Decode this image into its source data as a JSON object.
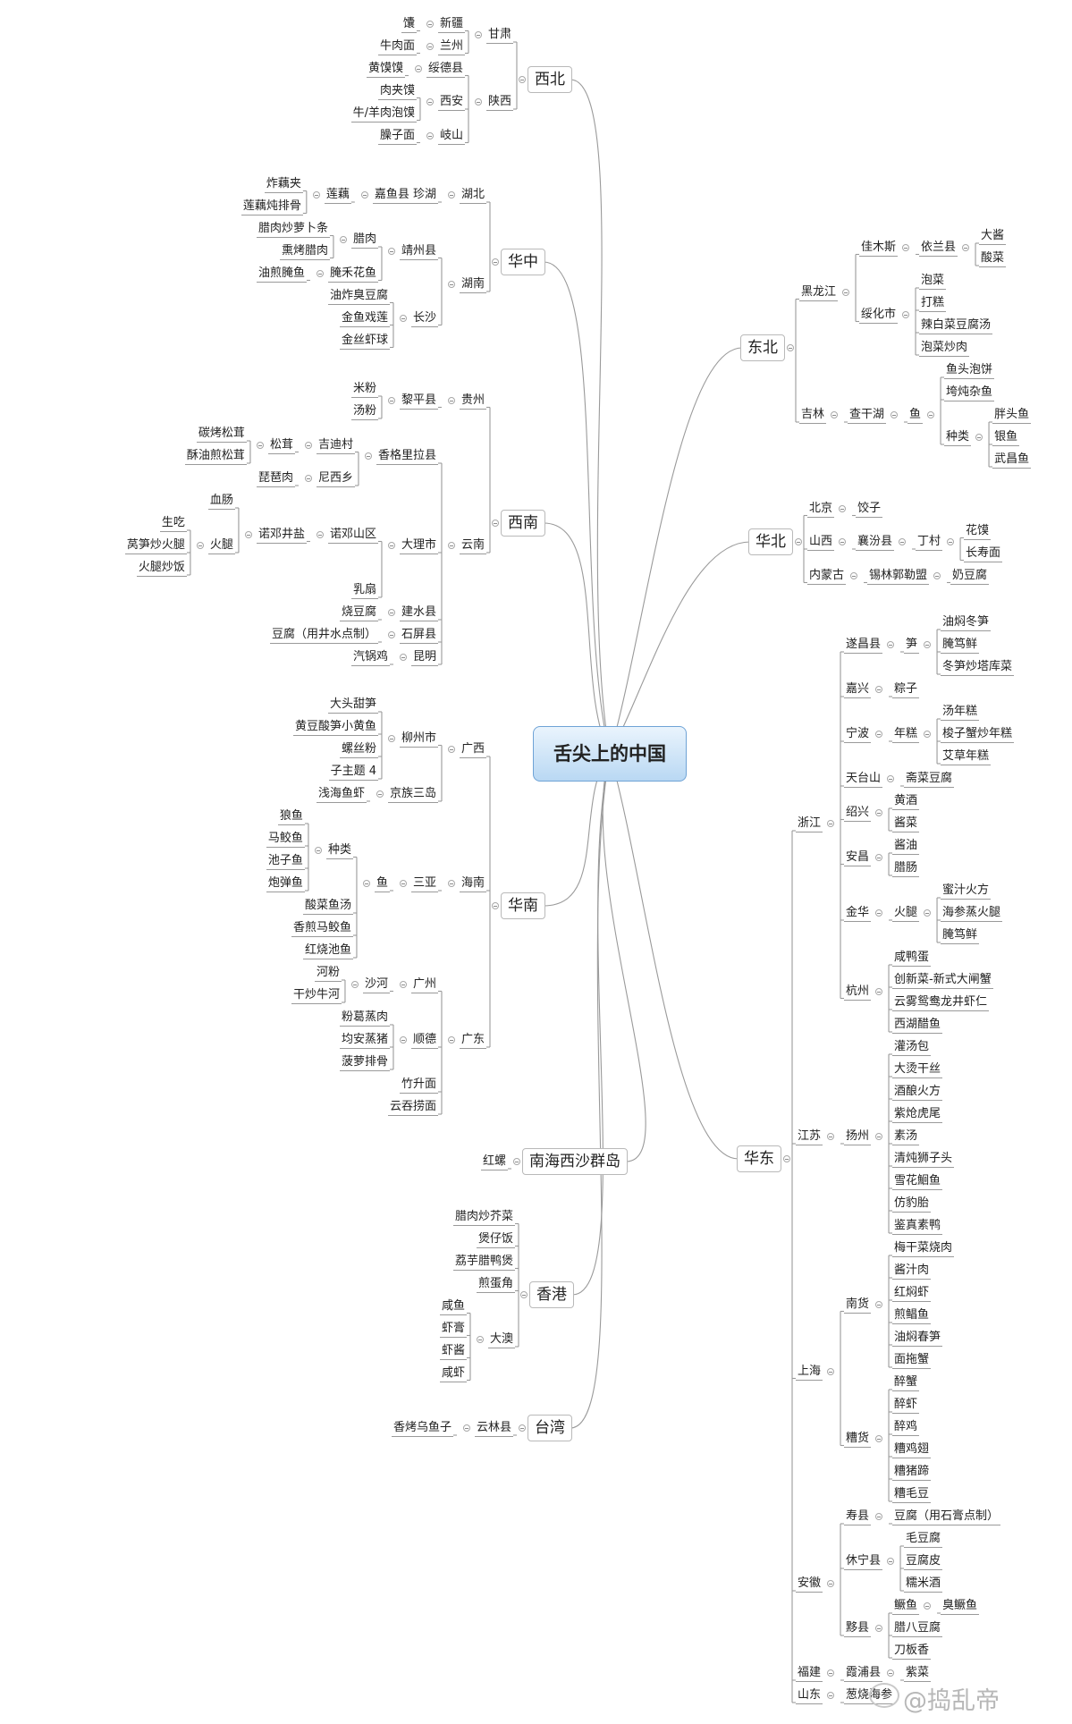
{
  "root": "舌尖上的中国",
  "left": [
    {
      "name": "西北",
      "children": [
        {
          "name": "甘肃",
          "children": [
            {
              "name": "新疆",
              "children": [
                {
                  "name": "馕"
                }
              ]
            },
            {
              "name": "兰州",
              "children": [
                {
                  "name": "牛肉面"
                }
              ]
            }
          ]
        },
        {
          "name": "陕西",
          "children": [
            {
              "name": "绥德县",
              "children": [
                {
                  "name": "黄馍馍"
                }
              ]
            },
            {
              "name": "西安",
              "children": [
                {
                  "name": "肉夹馍"
                },
                {
                  "name": "牛/羊肉泡馍"
                }
              ]
            },
            {
              "name": "岐山",
              "children": [
                {
                  "name": "臊子面"
                }
              ]
            }
          ]
        }
      ]
    },
    {
      "name": "华中",
      "children": [
        {
          "name": "湖北",
          "children": [
            {
              "name": "嘉鱼县 珍湖",
              "children": [
                {
                  "name": "莲藕",
                  "children": [
                    {
                      "name": "炸藕夹"
                    },
                    {
                      "name": "莲藕炖排骨"
                    }
                  ]
                }
              ]
            }
          ]
        },
        {
          "name": "湖南",
          "children": [
            {
              "name": "靖州县",
              "children": [
                {
                  "name": "腊肉",
                  "children": [
                    {
                      "name": "腊肉炒萝卜条"
                    },
                    {
                      "name": "熏烤腊肉"
                    }
                  ]
                },
                {
                  "name": "腌禾花鱼",
                  "children": [
                    {
                      "name": "油煎腌鱼"
                    }
                  ]
                }
              ]
            },
            {
              "name": "长沙",
              "children": [
                {
                  "name": "油炸臭豆腐"
                },
                {
                  "name": "金鱼戏莲"
                },
                {
                  "name": "金丝虾球"
                }
              ]
            }
          ]
        }
      ]
    },
    {
      "name": "西南",
      "children": [
        {
          "name": "贵州",
          "children": [
            {
              "name": "黎平县",
              "children": [
                {
                  "name": "米粉"
                },
                {
                  "name": "汤粉"
                }
              ]
            }
          ]
        },
        {
          "name": "云南",
          "children": [
            {
              "name": "香格里拉县",
              "children": [
                {
                  "name": "吉迪村",
                  "children": [
                    {
                      "name": "松茸",
                      "children": [
                        {
                          "name": "碳烤松茸"
                        },
                        {
                          "name": "酥油煎松茸"
                        }
                      ]
                    }
                  ]
                },
                {
                  "name": "尼西乡",
                  "children": [
                    {
                      "name": "琵琶肉"
                    }
                  ]
                }
              ]
            },
            {
              "name": "大理市",
              "children": [
                {
                  "name": "诺邓山区",
                  "children": [
                    {
                      "name": "诺邓井盐",
                      "children": [
                        {
                          "name": "血肠"
                        },
                        {
                          "name": "火腿",
                          "children": [
                            {
                              "name": "生吃"
                            },
                            {
                              "name": "莴笋炒火腿"
                            },
                            {
                              "name": "火腿炒饭"
                            }
                          ]
                        }
                      ]
                    }
                  ]
                },
                {
                  "name": "乳扇"
                }
              ]
            },
            {
              "name": "建水县",
              "children": [
                {
                  "name": "烧豆腐"
                }
              ]
            },
            {
              "name": "石屏县",
              "children": [
                {
                  "name": "豆腐（用井水点制）"
                }
              ]
            },
            {
              "name": "昆明",
              "children": [
                {
                  "name": "汽锅鸡"
                }
              ]
            }
          ]
        }
      ]
    },
    {
      "name": "华南",
      "children": [
        {
          "name": "广西",
          "children": [
            {
              "name": "柳州市",
              "children": [
                {
                  "name": "大头甜笋"
                },
                {
                  "name": "黄豆酸笋小黄鱼"
                },
                {
                  "name": "螺丝粉"
                },
                {
                  "name": "子主题 4"
                }
              ]
            },
            {
              "name": "京族三岛",
              "children": [
                {
                  "name": "浅海鱼虾"
                }
              ]
            }
          ]
        },
        {
          "name": "海南",
          "children": [
            {
              "name": "三亚",
              "children": [
                {
                  "name": "鱼",
                  "children": [
                    {
                      "name": "种类",
                      "children": [
                        {
                          "name": "狼鱼"
                        },
                        {
                          "name": "马鲛鱼"
                        },
                        {
                          "name": "池子鱼"
                        },
                        {
                          "name": "炮弹鱼"
                        }
                      ]
                    },
                    {
                      "name": "酸菜鱼汤"
                    },
                    {
                      "name": "香煎马鲛鱼"
                    },
                    {
                      "name": "红烧池鱼"
                    }
                  ]
                }
              ]
            }
          ]
        },
        {
          "name": "广东",
          "children": [
            {
              "name": "广州",
              "children": [
                {
                  "name": "沙河",
                  "children": [
                    {
                      "name": "河粉"
                    },
                    {
                      "name": "干炒牛河"
                    }
                  ]
                }
              ]
            },
            {
              "name": "顺德",
              "children": [
                {
                  "name": "粉葛蒸肉"
                },
                {
                  "name": "均安蒸猪"
                },
                {
                  "name": "菠萝排骨"
                }
              ]
            },
            {
              "name": "竹升面"
            },
            {
              "name": "云吞捞面"
            }
          ]
        }
      ]
    },
    {
      "name": "南海西沙群岛",
      "children": [
        {
          "name": "红螺"
        }
      ]
    },
    {
      "name": "香港",
      "children": [
        {
          "name": "腊肉炒芥菜"
        },
        {
          "name": "煲仔饭"
        },
        {
          "name": "荔芋腊鸭煲"
        },
        {
          "name": "煎蛋角"
        },
        {
          "name": "大澳",
          "children": [
            {
              "name": "咸鱼"
            },
            {
              "name": "虾膏"
            },
            {
              "name": "虾酱"
            },
            {
              "name": "咸虾"
            }
          ]
        }
      ]
    },
    {
      "name": "台湾",
      "children": [
        {
          "name": "云林县",
          "children": [
            {
              "name": "香烤乌鱼子"
            }
          ]
        }
      ]
    }
  ],
  "right": [
    {
      "name": "东北",
      "children": [
        {
          "name": "黑龙江",
          "children": [
            {
              "name": "佳木斯",
              "children": [
                {
                  "name": "依兰县",
                  "children": [
                    {
                      "name": "大酱"
                    },
                    {
                      "name": "酸菜"
                    }
                  ]
                }
              ]
            },
            {
              "name": "绥化市",
              "children": [
                {
                  "name": "泡菜"
                },
                {
                  "name": "打糕"
                },
                {
                  "name": "辣白菜豆腐汤"
                },
                {
                  "name": "泡菜炒肉"
                }
              ]
            }
          ]
        },
        {
          "name": "吉林",
          "children": [
            {
              "name": "查干湖",
              "children": [
                {
                  "name": "鱼",
                  "children": [
                    {
                      "name": "鱼头泡饼"
                    },
                    {
                      "name": "垮炖杂鱼"
                    },
                    {
                      "name": "种类",
                      "children": [
                        {
                          "name": "胖头鱼"
                        },
                        {
                          "name": "银鱼"
                        },
                        {
                          "name": "武昌鱼"
                        }
                      ]
                    }
                  ]
                }
              ]
            }
          ]
        }
      ]
    },
    {
      "name": "华北",
      "children": [
        {
          "name": "北京",
          "children": [
            {
              "name": "饺子"
            }
          ]
        },
        {
          "name": "山西",
          "children": [
            {
              "name": "襄汾县",
              "children": [
                {
                  "name": "丁村",
                  "children": [
                    {
                      "name": "花馍"
                    },
                    {
                      "name": "长寿面"
                    }
                  ]
                }
              ]
            }
          ]
        },
        {
          "name": "内蒙古",
          "children": [
            {
              "name": "锡林郭勒盟",
              "children": [
                {
                  "name": "奶豆腐"
                }
              ]
            }
          ]
        }
      ]
    },
    {
      "name": "华东",
      "children": [
        {
          "name": "浙江",
          "children": [
            {
              "name": "遂昌县",
              "children": [
                {
                  "name": "笋",
                  "children": [
                    {
                      "name": "油焖冬笋"
                    },
                    {
                      "name": "腌笃鲜"
                    },
                    {
                      "name": "冬笋炒塔库菜"
                    }
                  ]
                }
              ]
            },
            {
              "name": "嘉兴",
              "children": [
                {
                  "name": "粽子"
                }
              ]
            },
            {
              "name": "宁波",
              "children": [
                {
                  "name": "年糕",
                  "children": [
                    {
                      "name": "汤年糕"
                    },
                    {
                      "name": "梭子蟹炒年糕"
                    },
                    {
                      "name": "艾草年糕"
                    }
                  ]
                }
              ]
            },
            {
              "name": "天台山",
              "children": [
                {
                  "name": "斋菜豆腐"
                }
              ]
            },
            {
              "name": "绍兴",
              "children": [
                {
                  "name": "黄酒"
                },
                {
                  "name": "酱菜"
                }
              ]
            },
            {
              "name": "安昌",
              "children": [
                {
                  "name": "酱油"
                },
                {
                  "name": "腊肠"
                }
              ]
            },
            {
              "name": "金华",
              "children": [
                {
                  "name": "火腿",
                  "children": [
                    {
                      "name": "蜜汁火方"
                    },
                    {
                      "name": "海参蒸火腿"
                    },
                    {
                      "name": "腌笃鲜"
                    }
                  ]
                }
              ]
            },
            {
              "name": "杭州",
              "children": [
                {
                  "name": "咸鸭蛋"
                },
                {
                  "name": "创新菜-新式大闸蟹"
                },
                {
                  "name": "云雾鸳鸯龙井虾仁"
                },
                {
                  "name": "西湖醋鱼"
                }
              ]
            }
          ]
        },
        {
          "name": "江苏",
          "children": [
            {
              "name": "扬州",
              "children": [
                {
                  "name": "灌汤包"
                },
                {
                  "name": "大烫干丝"
                },
                {
                  "name": "酒酿火方"
                },
                {
                  "name": "紫炝虎尾"
                },
                {
                  "name": "素汤"
                },
                {
                  "name": "清炖狮子头"
                },
                {
                  "name": "雪花鮰鱼"
                },
                {
                  "name": "仿豹胎"
                },
                {
                  "name": "鉴真素鸭"
                }
              ]
            }
          ]
        },
        {
          "name": "上海",
          "children": [
            {
              "name": "南货",
              "children": [
                {
                  "name": "梅干菜烧肉"
                },
                {
                  "name": "酱汁肉"
                },
                {
                  "name": "红焖虾"
                },
                {
                  "name": "煎鲳鱼"
                },
                {
                  "name": "油焖春笋"
                },
                {
                  "name": "面拖蟹"
                }
              ]
            },
            {
              "name": "糟货",
              "children": [
                {
                  "name": "醉蟹"
                },
                {
                  "name": "醉虾"
                },
                {
                  "name": "醉鸡"
                },
                {
                  "name": "糟鸡翅"
                },
                {
                  "name": "糟猪蹄"
                },
                {
                  "name": "糟毛豆"
                }
              ]
            }
          ]
        },
        {
          "name": "安徽",
          "children": [
            {
              "name": "寿县",
              "children": [
                {
                  "name": "豆腐（用石膏点制）"
                }
              ]
            },
            {
              "name": "休宁县",
              "children": [
                {
                  "name": "毛豆腐"
                },
                {
                  "name": "豆腐皮"
                },
                {
                  "name": "糯米酒"
                }
              ]
            },
            {
              "name": "黟县",
              "children": [
                {
                  "name": "鳜鱼",
                  "children": [
                    {
                      "name": "臭鳜鱼"
                    }
                  ]
                },
                {
                  "name": "腊八豆腐"
                },
                {
                  "name": "刀板香"
                }
              ]
            }
          ]
        },
        {
          "name": "福建",
          "children": [
            {
              "name": "霞浦县",
              "children": [
                {
                  "name": "紫菜"
                }
              ]
            }
          ]
        },
        {
          "name": "山东",
          "children": [
            {
              "name": "葱烧海参"
            }
          ]
        }
      ]
    }
  ],
  "watermark": "@捣乱帝"
}
